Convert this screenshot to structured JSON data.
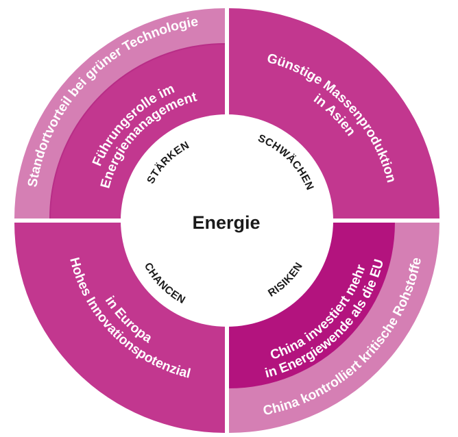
{
  "center": {
    "title": "Energie"
  },
  "quadrants": {
    "staerken": {
      "label": "STÄRKEN",
      "inner_lines": [
        "Führungsrolle im",
        "Energiemanagement"
      ],
      "outer_text": "Standortvorteil bei grüner Technologie"
    },
    "schwaechen": {
      "label": "SCHWÄCHEN",
      "lines": [
        "Günstige Massenproduktion",
        "in Asien"
      ]
    },
    "chancen": {
      "label": "CHANCEN",
      "lines": [
        "Hohes Innovationspotenzial",
        "in Europa"
      ]
    },
    "risiken": {
      "label": "RISIKEN",
      "inner_lines": [
        "China investiert mehr",
        "in Energiewende als die EU"
      ],
      "outer_text": "China kontrolliert kritische Rohstoffe"
    }
  },
  "colors": {
    "magenta": "#c2378f",
    "magenta_light": "#d57fb4",
    "magenta_dark": "#b3137e",
    "center_fill": "#ffffff",
    "label_text": "#1a1a1a"
  }
}
